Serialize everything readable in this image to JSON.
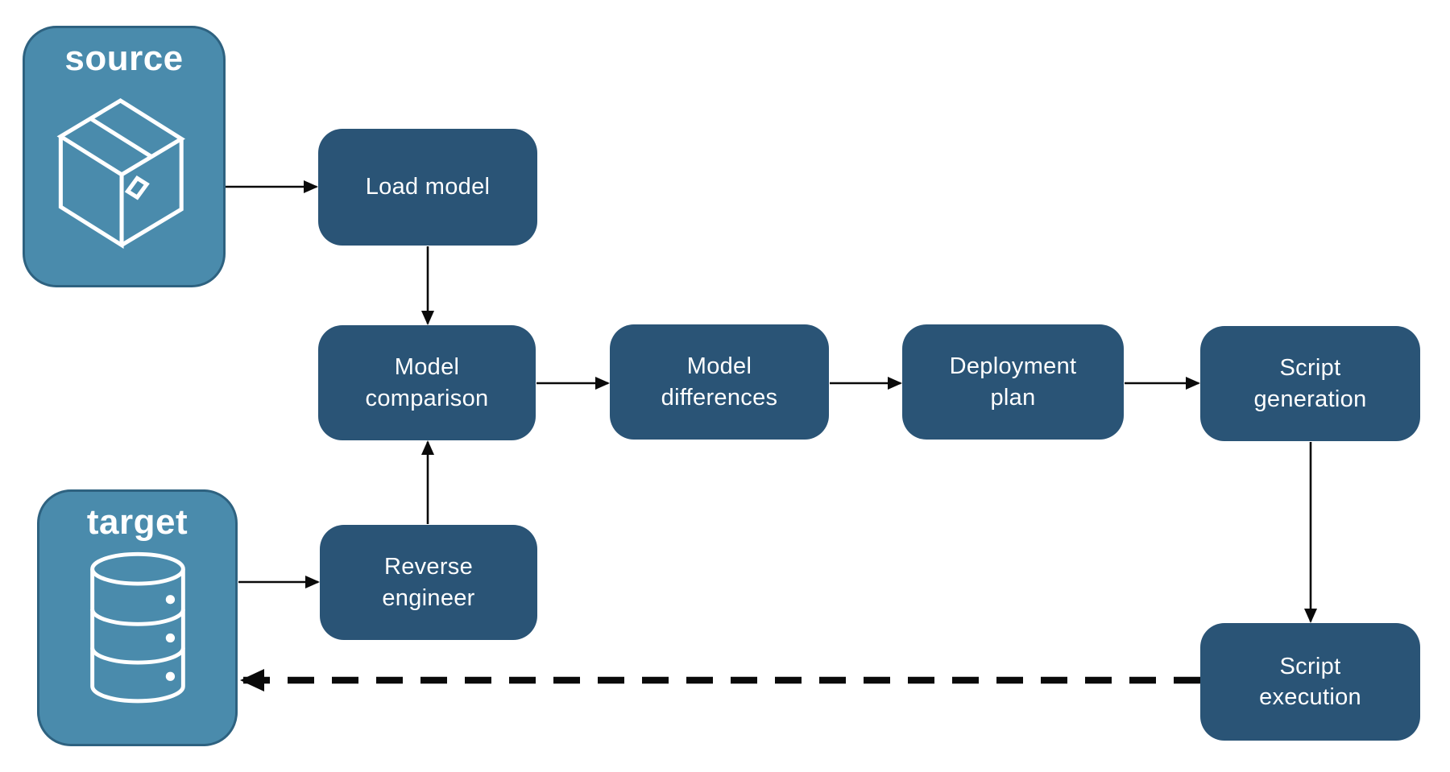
{
  "colors": {
    "endpoint_fill": "#4A8BAC",
    "endpoint_border": "#2E6280",
    "process_fill": "#2A5476",
    "text": "#FFFFFF",
    "arrow": "#0A0A0A",
    "background": "#FFFFFF"
  },
  "nodes": {
    "source": {
      "label": "source",
      "icon": "package-icon"
    },
    "target": {
      "label": "target",
      "icon": "database-icon"
    },
    "load_model": {
      "label": "Load model"
    },
    "model_comparison": {
      "label": "Model\ncomparison"
    },
    "model_differences": {
      "label": "Model\ndifferences"
    },
    "deployment_plan": {
      "label": "Deployment\nplan"
    },
    "script_generation": {
      "label": "Script\ngeneration"
    },
    "reverse_engineer": {
      "label": "Reverse\nengineer"
    },
    "script_execution": {
      "label": "Script\nexecution"
    }
  },
  "edges": [
    {
      "from": "source",
      "to": "load_model",
      "style": "solid"
    },
    {
      "from": "load_model",
      "to": "model_comparison",
      "style": "solid"
    },
    {
      "from": "target",
      "to": "reverse_engineer",
      "style": "solid"
    },
    {
      "from": "reverse_engineer",
      "to": "model_comparison",
      "style": "solid"
    },
    {
      "from": "model_comparison",
      "to": "model_differences",
      "style": "solid"
    },
    {
      "from": "model_differences",
      "to": "deployment_plan",
      "style": "solid"
    },
    {
      "from": "deployment_plan",
      "to": "script_generation",
      "style": "solid"
    },
    {
      "from": "script_generation",
      "to": "script_execution",
      "style": "solid"
    },
    {
      "from": "script_execution",
      "to": "target",
      "style": "dashed"
    }
  ]
}
